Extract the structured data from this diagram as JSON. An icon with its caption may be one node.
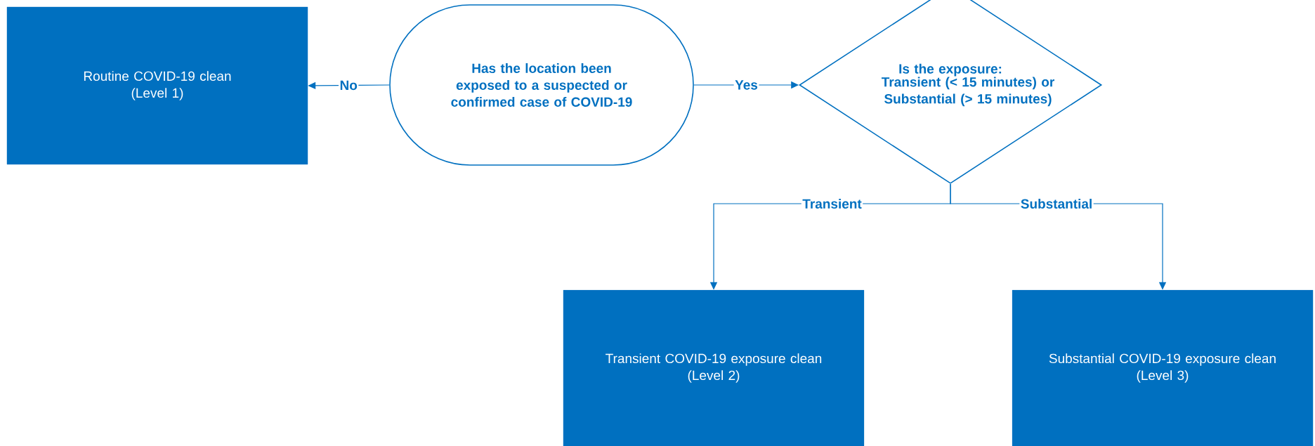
{
  "diagram": {
    "nodes": [
      {
        "text": [
          "Routine COVID-19 clean",
          "(Level 1)"
        ]
      },
      {
        "text": [
          "Has the location been exposed to a suspected or confirmed case of COVID-19"
        ]
      },
      {
        "text": [
          "Is the exposure:",
          "Transient (< 15 minutes) or Substantial (> 15 minutes)"
        ]
      },
      {
        "text": [
          "Transient COVID-19 exposure clean",
          "(Level 2)"
        ]
      },
      {
        "text": [
          "Substantial COVID-19 exposure clean",
          "(Level 3)"
        ]
      }
    ],
    "edges": [
      {
        "from": 1,
        "to": 0,
        "arrow": "to",
        "label": "No"
      },
      {
        "from": 1,
        "to": 2,
        "arrow": "to",
        "label": "Yes"
      },
      {
        "from": 2,
        "to": 3,
        "arrow": "to",
        "label": "Transient"
      },
      {
        "from": 2,
        "to": 4,
        "arrow": "to",
        "label": "Substantial"
      }
    ]
  }
}
